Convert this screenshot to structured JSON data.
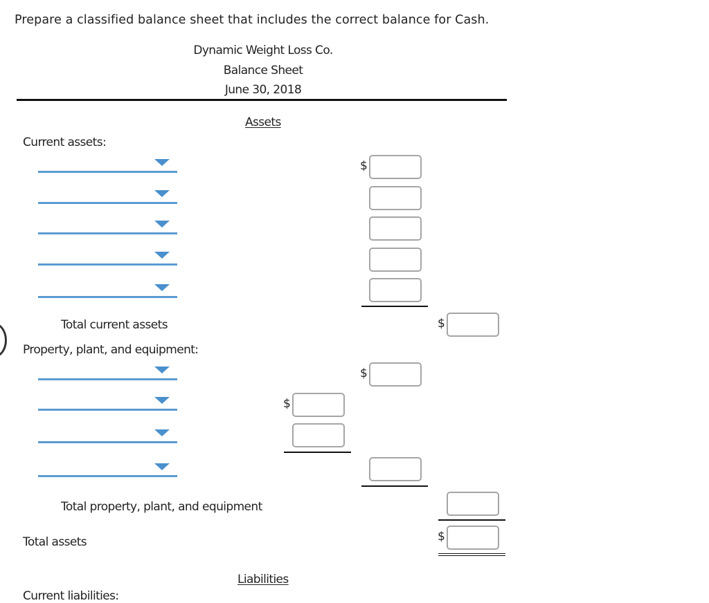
{
  "instruction": "Prepare a classified balance sheet that includes the correct balance for Cash.",
  "header": {
    "company": "Dynamic Weight Loss Co.",
    "statement": "Balance Sheet",
    "date": "June 30, 2018"
  },
  "assets": {
    "heading": "Assets",
    "current": {
      "label": "Current assets:",
      "rows": [
        {
          "account": "",
          "amount": "",
          "dollar_sign": "$"
        },
        {
          "account": "",
          "amount": "",
          "dollar_sign": ""
        },
        {
          "account": "",
          "amount": "",
          "dollar_sign": ""
        },
        {
          "account": "",
          "amount": "",
          "dollar_sign": ""
        },
        {
          "account": "",
          "amount": "",
          "dollar_sign": ""
        }
      ],
      "total_label": "Total current assets",
      "total_amount": "",
      "total_dollar_sign": "$"
    },
    "ppe": {
      "label": "Property, plant, and equipment:",
      "rows": [
        {
          "account": "",
          "amount": "",
          "dollar_sign": "$"
        },
        {
          "account": "",
          "amount": "",
          "dollar_sign": "$"
        },
        {
          "account": "",
          "amount": "",
          "dollar_sign": ""
        },
        {
          "account": "",
          "amount": "",
          "dollar_sign": ""
        }
      ],
      "total_label": "Total property, plant, and equipment",
      "total_amount": ""
    },
    "total_label": "Total assets",
    "total_amount": "",
    "total_dollar_sign": "$"
  },
  "liabilities": {
    "heading": "Liabilities",
    "current_label": "Current liabilities:"
  },
  "colors": {
    "dropdown_line": "#5b9bd1",
    "dropdown_arrow": "#4a90cc",
    "input_border": "#a5a5a5",
    "text": "#222222"
  }
}
